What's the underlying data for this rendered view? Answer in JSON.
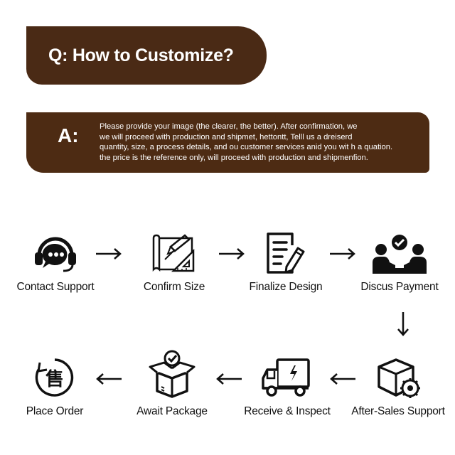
{
  "question": {
    "text": "Q: How to Customize?"
  },
  "answer": {
    "label": "A:",
    "lines": [
      "Please provide your image (the clearer, the better). After confirmation, we",
      "we will proceed with production  and  shipmet, hettontt,  Telll us a dreiserd",
      "quantity, size, a process details, and ou customer services anid you wit h a quation.",
      "the price is the reference only, will proceed with production and shipmenfion."
    ]
  },
  "steps_row1": [
    {
      "label": "Contact Support",
      "icon": "headset-chat-icon"
    },
    {
      "label": "Confirm Size",
      "icon": "blueprint-ruler-icon"
    },
    {
      "label": "Finalize Design",
      "icon": "document-pencil-icon"
    },
    {
      "label": "Discus Payment",
      "icon": "meeting-checkmark-icon"
    }
  ],
  "steps_row2": [
    {
      "label": "Place Order",
      "icon": "order-circle-icon"
    },
    {
      "label": "Await Package",
      "icon": "open-box-check-icon"
    },
    {
      "label": "Receive & Inspect",
      "icon": "delivery-truck-icon"
    },
    {
      "label": "After-Sales Support",
      "icon": "box-gear-icon"
    }
  ],
  "order_icon_glyph": "售",
  "colors": {
    "banner": "#4a2a15",
    "text": "#111111"
  }
}
